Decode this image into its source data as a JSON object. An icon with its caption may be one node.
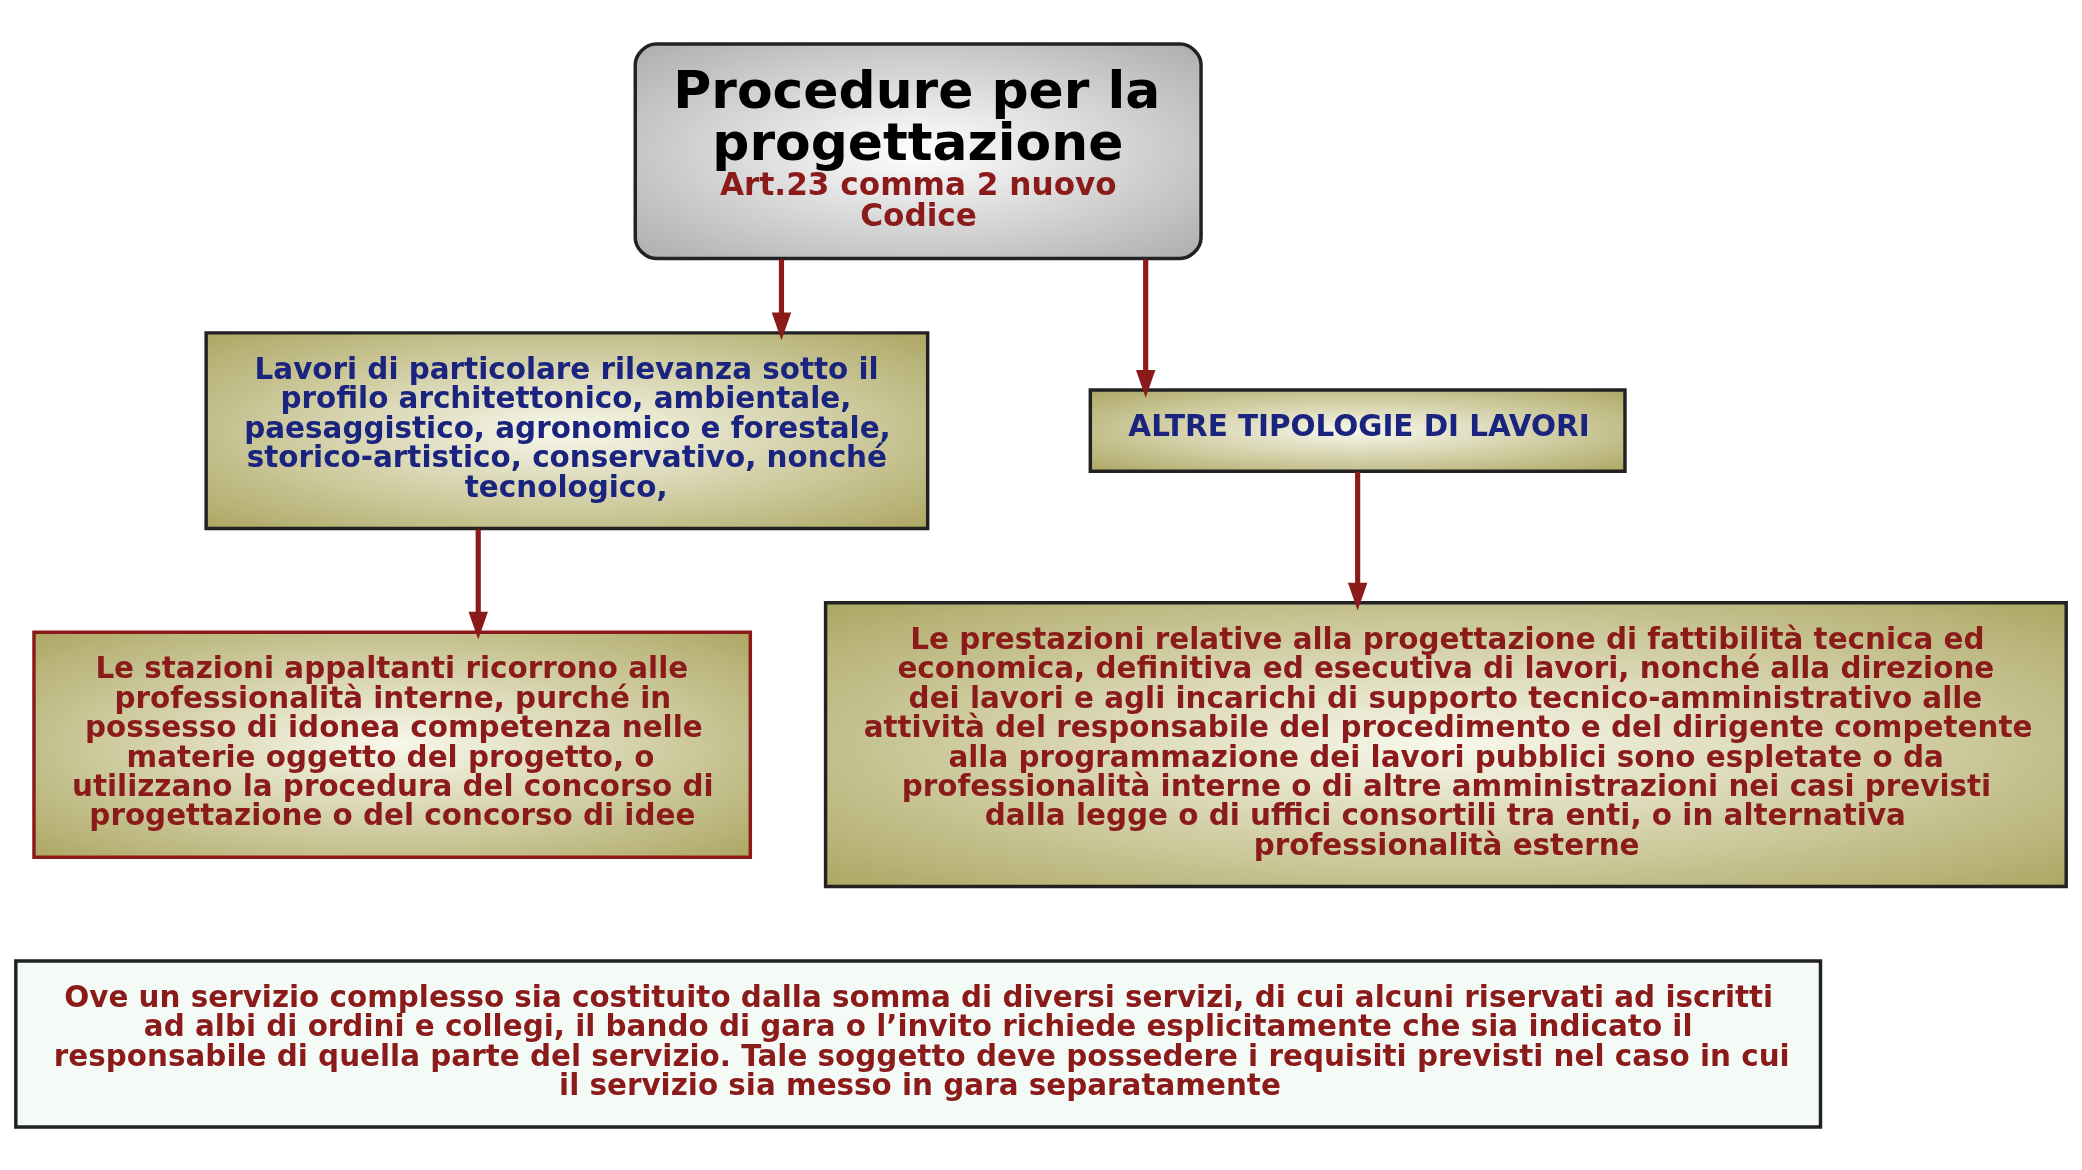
{
  "diagram": {
    "nodes": [
      {
        "text": [
          "Procedure per la progettazione",
          "Art.23 comma 2 nuovo Codice"
        ]
      },
      {
        "text": [
          "Lavori di particolare rilevanza sotto il profilo architettonico, ambientale, paesaggistico, agronomico e forestale, storico-artistico, conservativo, nonché tecnologico,"
        ]
      },
      {
        "text": [
          "ALTRE TIPOLOGIE DI LAVORI"
        ]
      },
      {
        "text": [
          "Le stazioni appaltanti ricorrono alle professionalità interne, purché in possesso di idonea competenza nelle materie oggetto del progetto, o utilizzano la procedura del concorso di progettazione o del concorso di idee"
        ]
      },
      {
        "text": [
          "Le prestazioni relative alla progettazione di fattibilità tecnica ed economica, definitiva ed esecutiva di lavori, nonché alla direzione dei lavori e agli incarichi di supporto tecnico-amministrativo alle attività del responsabile del procedimento e del dirigente competente alla programmazione dei lavori pubblici sono espletate o da professionalità interne o di altre amministrazioni nei casi previsti dalla legge o di uffici consortili tra enti, o in alternativa professionalità esterne"
        ]
      },
      {
        "text": [
          "Ove un servizio complesso sia costituito dalla somma di diversi servizi, di cui alcuni riservati ad iscritti ad albi di ordini e collegi, il bando di gara o l’invito richiede esplicitamente che sia indicato il responsabile di quella parte del servizio. Tale soggetto deve possedere i requisiti previsti nel caso in cui il servizio sia messo in gara separatamente"
        ]
      }
    ],
    "edges": [
      {
        "from": 0,
        "to": 1,
        "arrow": "to"
      },
      {
        "from": 0,
        "to": 2,
        "arrow": "to"
      },
      {
        "from": 1,
        "to": 3,
        "arrow": "to"
      },
      {
        "from": 2,
        "to": 4,
        "arrow": "to"
      }
    ]
  }
}
